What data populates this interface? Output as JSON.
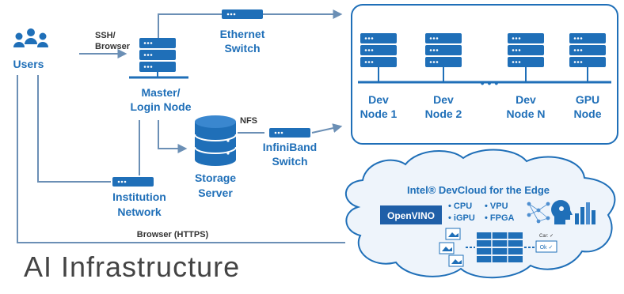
{
  "colors": {
    "primary": "#1f6fb8",
    "line": "#6b8fb5",
    "label_dark": "#333333",
    "cloud_fill": "#eef4fb",
    "title": "#444444"
  },
  "nodes": {
    "users": "Users",
    "ssh_browser_1": "SSH/",
    "ssh_browser_2": "Browser",
    "ethernet_1": "Ethernet",
    "ethernet_2": "Switch",
    "master_1": "Master/",
    "master_2": "Login Node",
    "nfs": "NFS",
    "infiniband_1": "InfiniBand",
    "infiniband_2": "Switch",
    "storage_1": "Storage",
    "storage_2": "Server",
    "institution_1": "Institution",
    "institution_2": "Network",
    "browser_https": "Browser (HTTPS)"
  },
  "dev_nodes": [
    {
      "line1": "Dev",
      "line2": "Node 1"
    },
    {
      "line1": "Dev",
      "line2": "Node 2"
    },
    {
      "line1": "Dev",
      "line2": "Node N"
    },
    {
      "line1": "GPU",
      "line2": "Node"
    }
  ],
  "cloud": {
    "title": "Intel® DevCloud for the Edge",
    "openvino_logo": "OpenVINO",
    "hw_items": [
      "• CPU",
      "• VPU",
      "• iGPU",
      "• FPGA"
    ],
    "panel_label": "Car: ✓",
    "panel_badge": "Ok ✓"
  },
  "caption": "AI Infrastructure"
}
